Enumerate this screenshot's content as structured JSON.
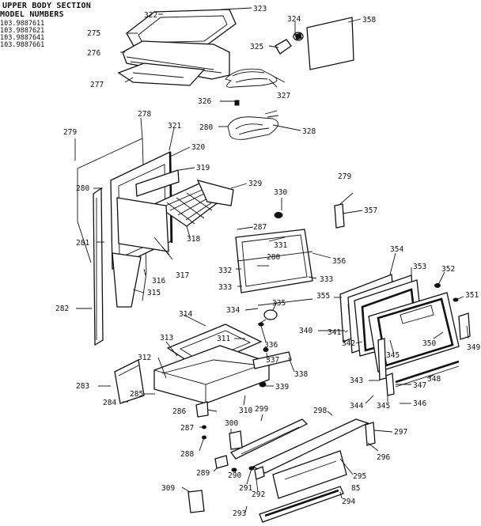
{
  "header": {
    "title": "UPPER BODY SECTION",
    "subtitle": "MODEL NUMBERS",
    "models": [
      "103.9887611",
      "103.9887621",
      "103.9887641",
      "103.9887661"
    ]
  },
  "callouts": [
    "322",
    "323",
    "324",
    "358",
    "275",
    "276",
    "325",
    "327",
    "277",
    "326",
    "280",
    "328",
    "278",
    "321",
    "279",
    "320",
    "319",
    "329",
    "280",
    "330",
    "279",
    "357",
    "287",
    "331",
    "318",
    "281",
    "280",
    "356",
    "332",
    "317",
    "333",
    "316",
    "333",
    "354",
    "353",
    "352",
    "315",
    "355",
    "351",
    "334",
    "335",
    "282",
    "314",
    "311",
    "336",
    "340",
    "350",
    "345",
    "349",
    "313",
    "337",
    "341",
    "342",
    "312",
    "338",
    "348",
    "343",
    "347",
    "283",
    "285",
    "339",
    "344",
    "345",
    "346",
    "284",
    "310",
    "286",
    "299",
    "298",
    "300",
    "297",
    "287",
    "288",
    "296",
    "289",
    "290",
    "291",
    "292",
    "295",
    "85",
    "309",
    "294",
    "293"
  ],
  "colors": {
    "ink": "#111111",
    "paper": "#ffffff"
  }
}
